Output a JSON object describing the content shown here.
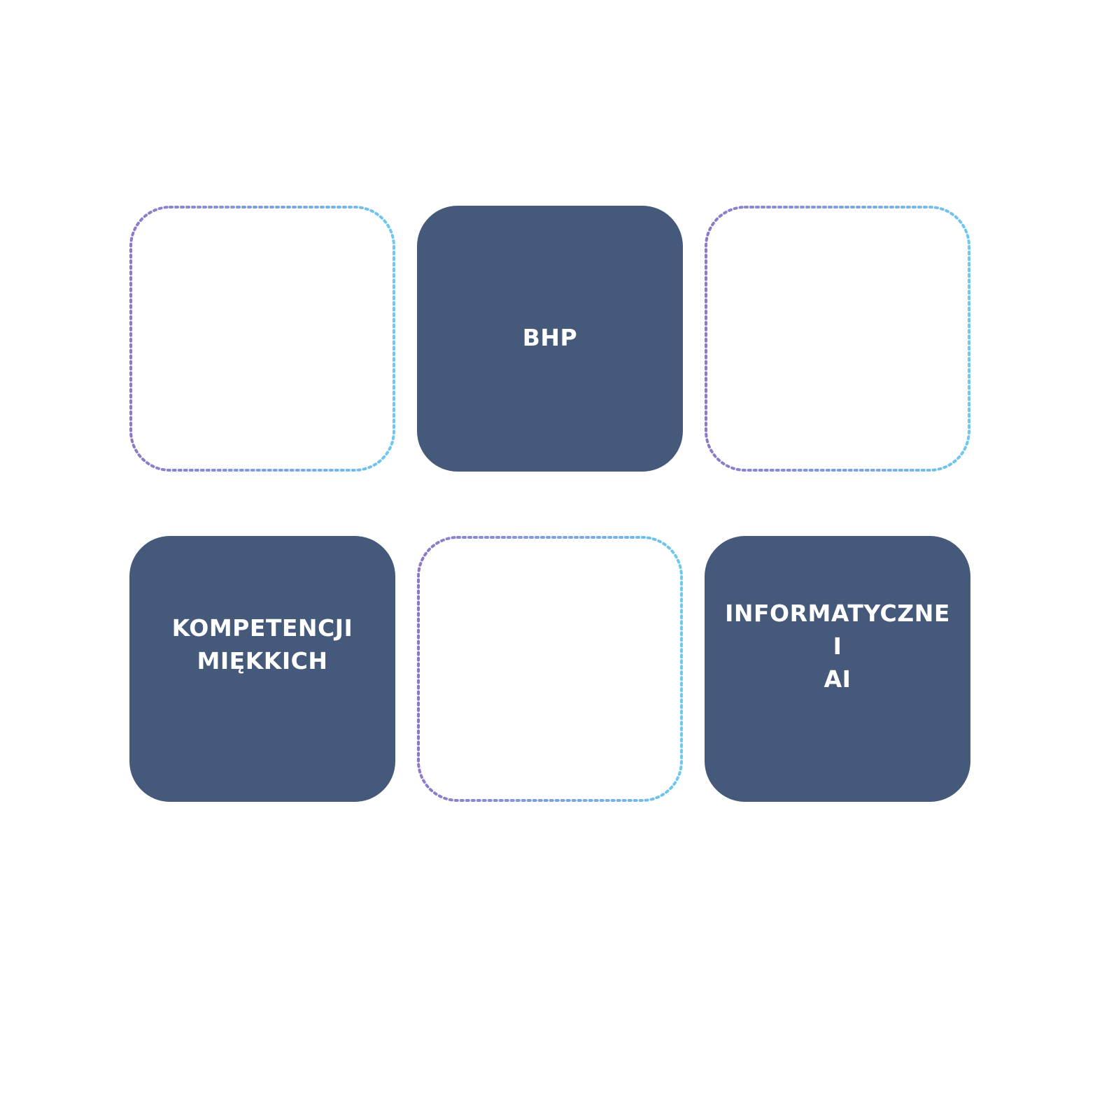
{
  "colors": {
    "tile_fill": "#45597a",
    "tile_text": "#ffffff",
    "dash_start": "#8e78c8",
    "dash_end": "#6ec9ee",
    "background": "#ffffff"
  },
  "tiles": {
    "bhp": {
      "lines": [
        "BHP"
      ]
    },
    "soft_skills": {
      "lines": [
        "KOMPETENCJI",
        "MIĘKKICH"
      ]
    },
    "it_ai": {
      "lines": [
        "INFORMATYCZNE",
        "I",
        "AI"
      ]
    }
  }
}
